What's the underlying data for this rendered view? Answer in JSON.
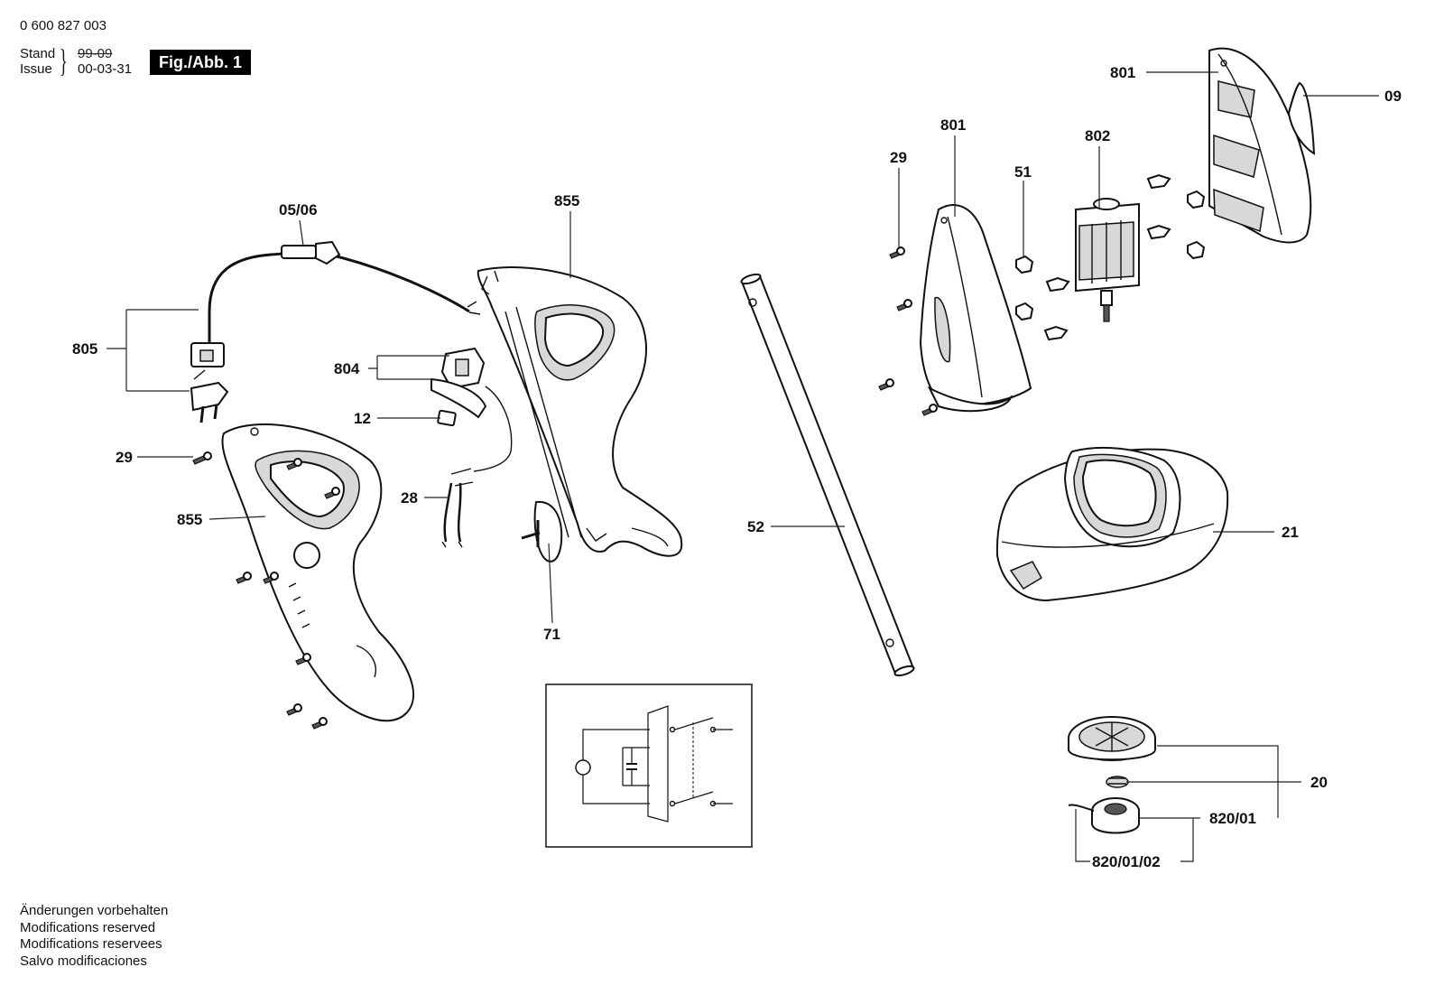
{
  "header": {
    "part_number": "0 600 827 003",
    "stand_label": "Stand",
    "issue_label": "Issue",
    "old_date": "99-09",
    "new_date": "00-03-31",
    "figure_label": "Fig./Abb. 1"
  },
  "callouts": {
    "c_05_06": "05/06",
    "c_805": "805",
    "c_29_left": "29",
    "c_855_left": "855",
    "c_804": "804",
    "c_12": "12",
    "c_28": "28",
    "c_855_center": "855",
    "c_71": "71",
    "c_52": "52",
    "c_29_right": "29",
    "c_801_center": "801",
    "c_51": "51",
    "c_802": "802",
    "c_801_top": "801",
    "c_09": "09",
    "c_21": "21",
    "c_20": "20",
    "c_820_01": "820/01",
    "c_820_01_02": "820/01/02"
  },
  "footer": {
    "line1": "Änderungen vorbehalten",
    "line2": "Modifications reserved",
    "line3": "Modifications reservees",
    "line4": "Salvo modificaciones"
  }
}
